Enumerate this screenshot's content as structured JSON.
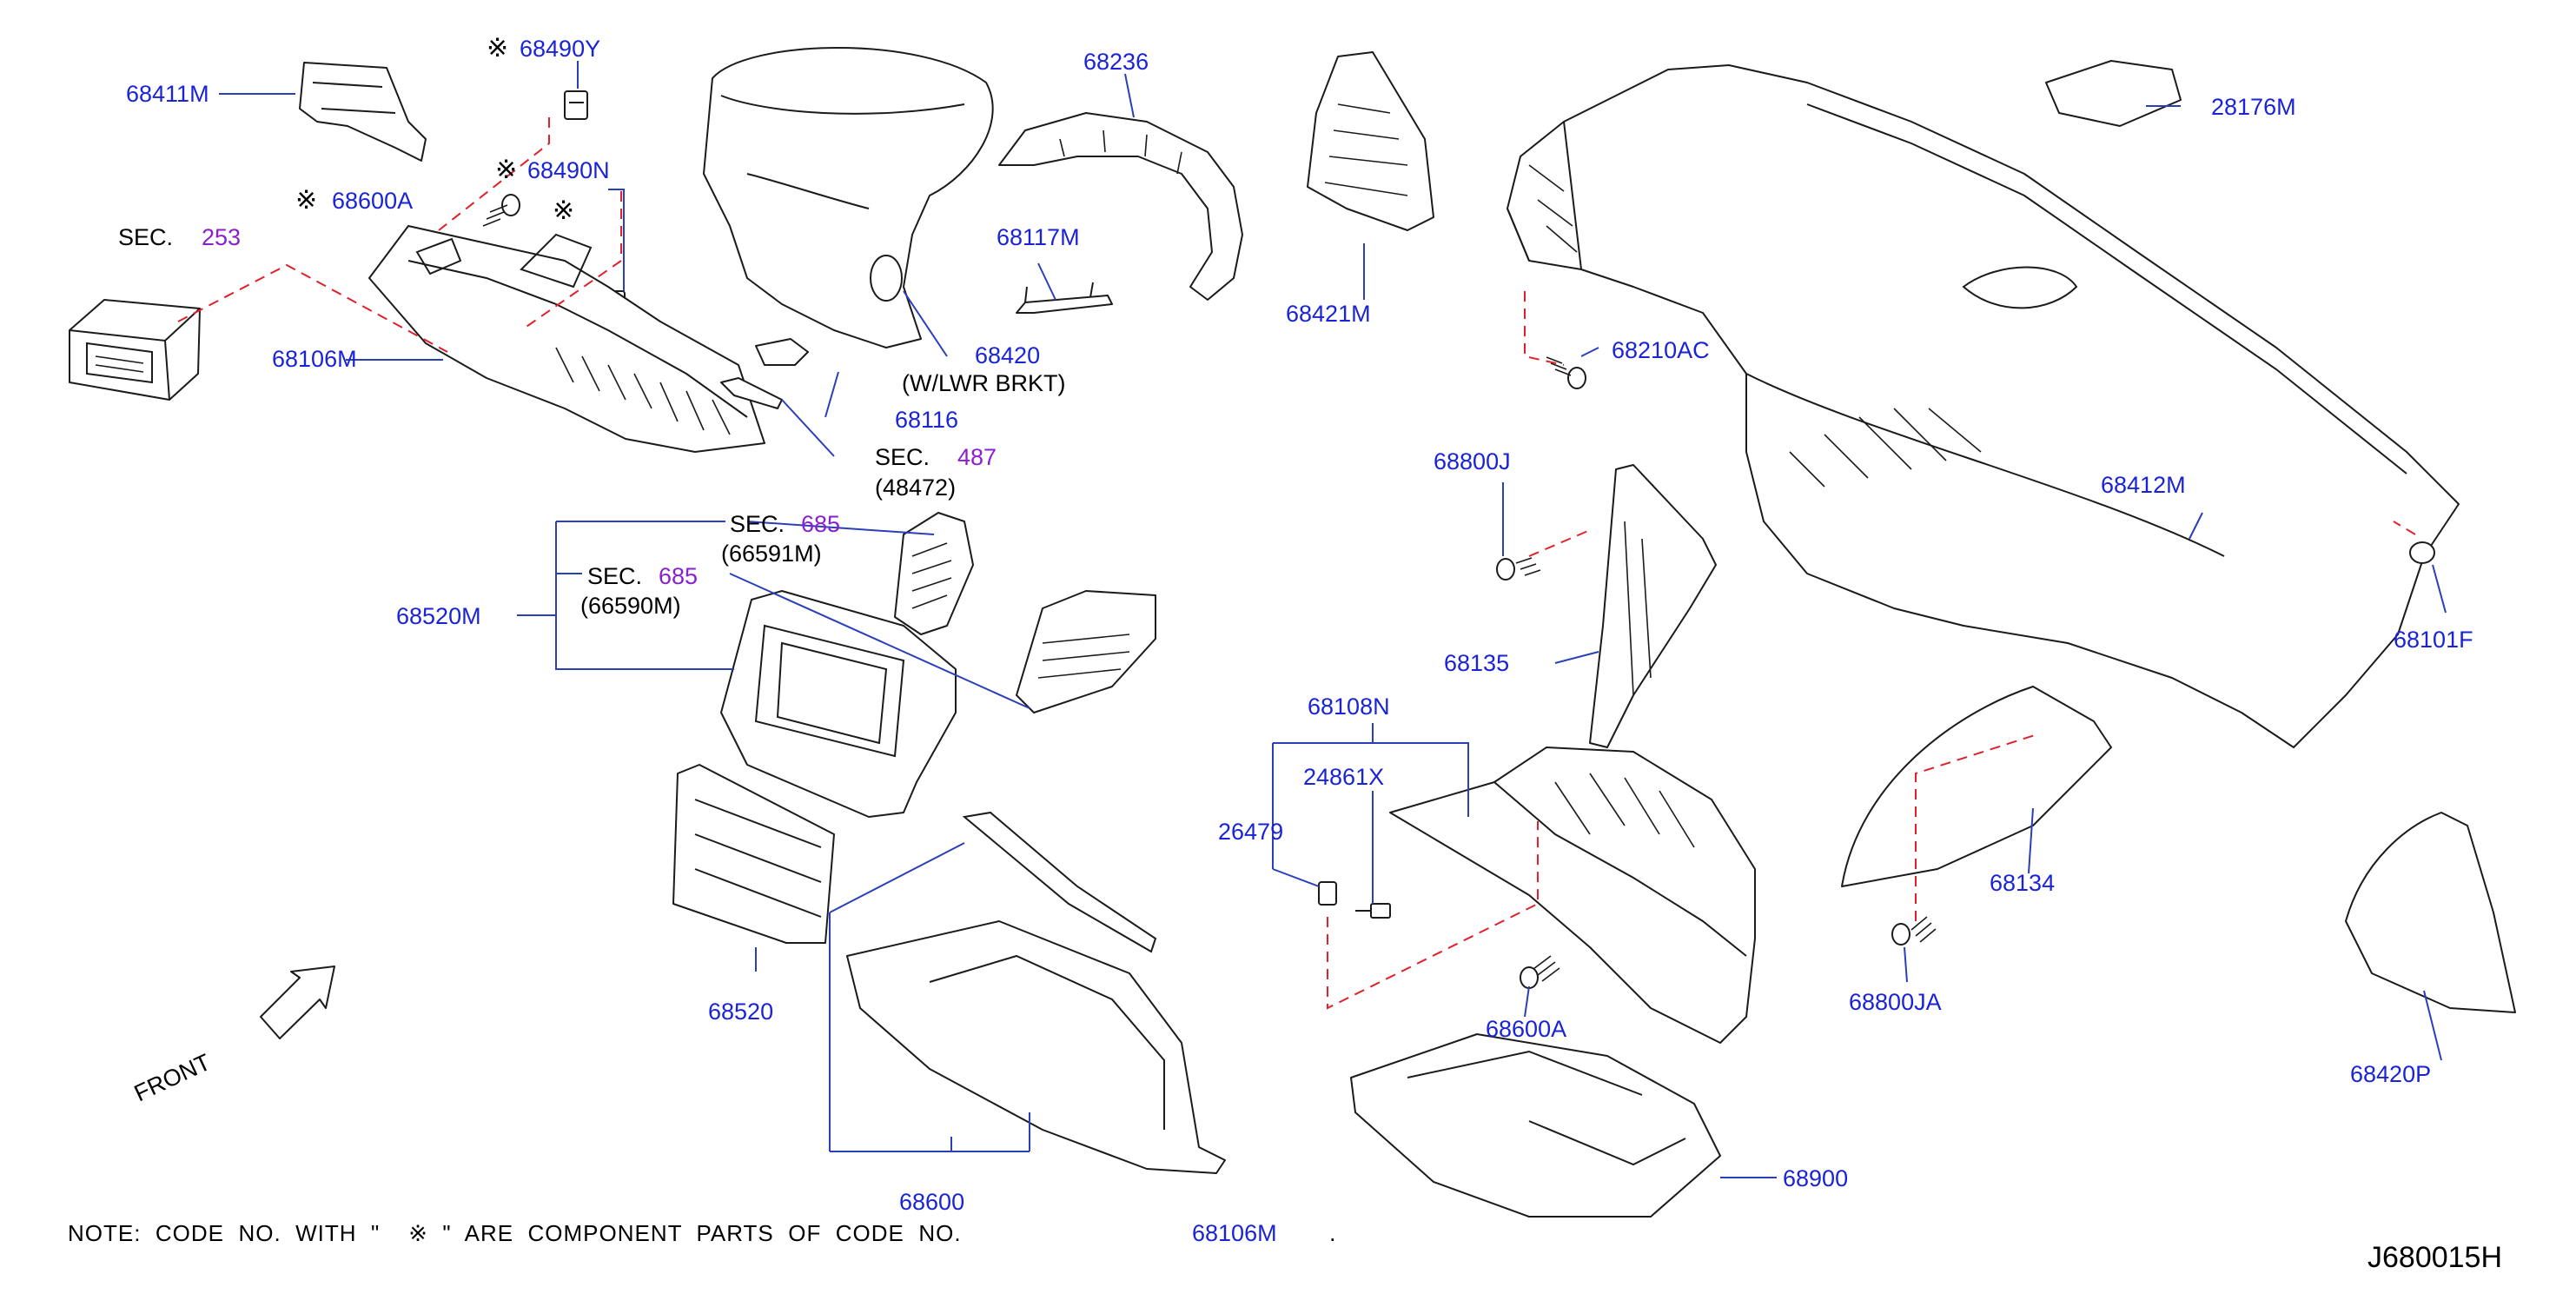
{
  "labels": {
    "p68411M": "68411M",
    "p68490Y": "68490Y",
    "p68490N": "68490N",
    "p68600A_top": "68600A",
    "p68106M": "68106M",
    "p68236": "68236",
    "p68117M": "68117M",
    "p68420": "68420",
    "p68420_note": "(W/LWR  BRKT)",
    "p68116": "68116",
    "p68421M": "68421M",
    "p68210AC": "68210AC",
    "p28176M": "28176M",
    "p68412M": "68412M",
    "p68101F": "68101F",
    "p68800J": "68800J",
    "p68135": "68135",
    "p68520M": "68520M",
    "p68520": "68520",
    "p68600": "68600",
    "p68108N": "68108N",
    "p24861X": "24861X",
    "p26479": "26479",
    "p68600A_bot": "68600A",
    "p68900": "68900",
    "p68134": "68134",
    "p68800JA": "68800JA",
    "p68420P": "68420P"
  },
  "sections": {
    "sec253": {
      "prefix": "SEC.",
      "num": "253"
    },
    "sec487": {
      "prefix": "SEC.",
      "num": "487",
      "sub": "(48472)"
    },
    "sec685a": {
      "prefix": "SEC.",
      "num": "685",
      "sub": "(66591M)"
    },
    "sec685b": {
      "prefix": "SEC.",
      "num": "685",
      "sub": "(66590M)"
    }
  },
  "asterisk": "※",
  "front_label": "FRONT",
  "note": {
    "text": "NOTE:  CODE  NO.  WITH  \"    ※  \"  ARE  COMPONENT  PARTS  OF  CODE  NO.",
    "code": "68106M",
    "end": "."
  },
  "diagram_code": "J680015H",
  "colors": {
    "part_number": "#1a24d6",
    "section_number": "#8a1fd0",
    "leader_line": "#2a3fb8",
    "dashed_link": "#e0202a"
  }
}
